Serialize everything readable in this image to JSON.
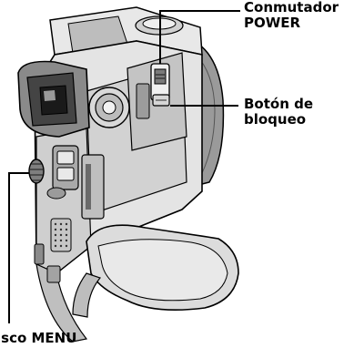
{
  "labels": {
    "power_switch": {
      "line1": "Conmutador",
      "line2": "POWER"
    },
    "lock_button": {
      "line1": "Botón de",
      "line2": "bloqueo"
    },
    "menu_wheel": "isco MENU"
  },
  "colors": {
    "outline": "#000000",
    "body_light": "#ececec",
    "body_mid": "#c8c8c8",
    "body_dark": "#8c8c8c",
    "body_darker": "#555555",
    "strap": "#d9d9d9",
    "background": "#ffffff"
  },
  "icons": [
    "camcorder-illustration",
    "viewfinder-icon",
    "power-switch-icon",
    "lock-button-icon",
    "menu-wheel-icon",
    "hand-strap-icon",
    "speaker-grille-icon"
  ]
}
